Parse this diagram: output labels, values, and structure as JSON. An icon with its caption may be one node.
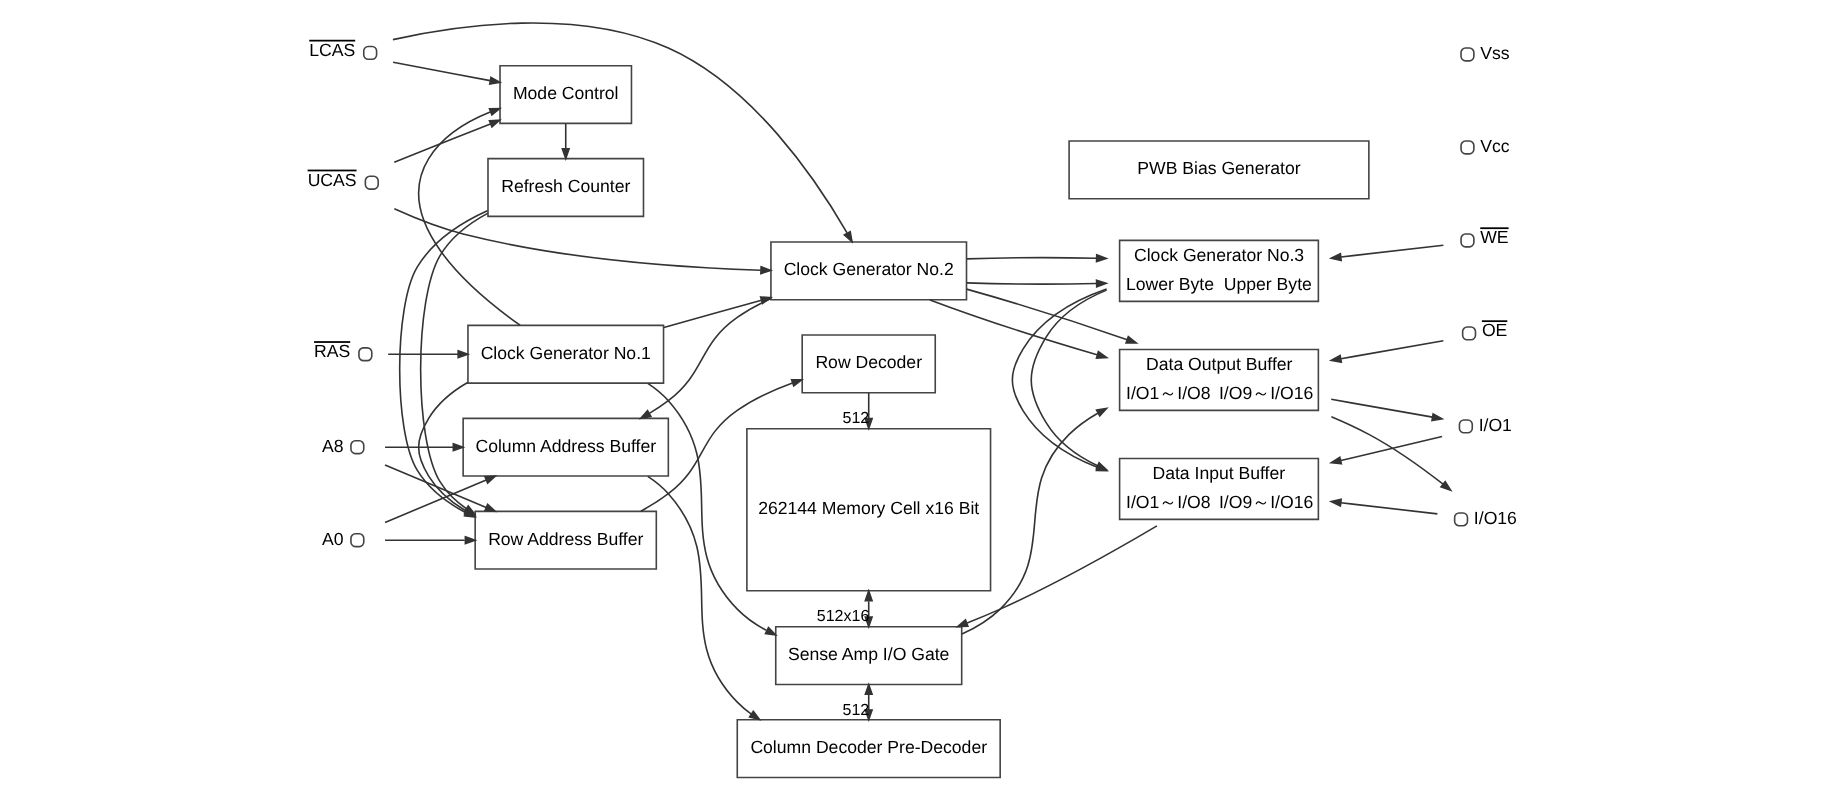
{
  "diagram": {
    "nodes": [
      {
        "text": [
          "RAS"
        ]
      },
      {
        "text": [
          "UCAS"
        ]
      },
      {
        "text": [
          "LCAS"
        ]
      },
      {
        "text": [
          "Clock Generator No.1"
        ]
      },
      {
        "text": [
          "Clock Generator No.2"
        ]
      },
      {
        "text": [
          "Mode Control"
        ]
      },
      {
        "text": [
          "Refresh Counter"
        ]
      },
      {
        "text": [
          "Row Address Buffer"
        ]
      },
      {
        "text": [
          "Row Decoder"
        ]
      },
      {
        "text": [
          "262144 Memory Cell x16 Bit"
        ]
      },
      {
        "text": [
          "A0"
        ]
      },
      {
        "text": [
          "A8"
        ]
      },
      {
        "text": [
          "Column Address Buffer"
        ]
      },
      {
        "text": [
          "Sense Amp I/O Gate"
        ]
      },
      {
        "text": [
          "Column Decoder Pre-Decoder"
        ]
      },
      {
        "text": [
          "Clock Generator No.3",
          "Lower Byte",
          "Upper Byte"
        ]
      },
      {
        "text": [
          "Data Input Buffer",
          "I/O1～I/O8",
          "I/O9～I/O16"
        ]
      },
      {
        "text": [
          "Data Output Buffer",
          "I/O1～I/O8",
          "I/O9～I/O16"
        ]
      },
      {
        "text": [
          "PWB Bias Generator"
        ]
      },
      {
        "text": [
          "Vcc"
        ]
      },
      {
        "text": [
          "Vss"
        ]
      },
      {
        "text": [
          "WE"
        ]
      },
      {
        "text": [
          "I/O1"
        ]
      },
      {
        "text": [
          "I/O16"
        ]
      },
      {
        "text": [
          "OE"
        ]
      }
    ],
    "edges": [
      {
        "from": 0,
        "to": 3,
        "arrow": "to"
      },
      {
        "from": 3,
        "to": 4,
        "arrow": "to"
      },
      {
        "from": 1,
        "to": 4,
        "arrow": "to"
      },
      {
        "from": 2,
        "to": 4,
        "arrow": "to"
      },
      {
        "from": 3,
        "to": 5,
        "arrow": "to"
      },
      {
        "from": 1,
        "to": 5,
        "arrow": "to"
      },
      {
        "from": 2,
        "to": 5,
        "arrow": "to"
      },
      {
        "from": 5,
        "to": 6,
        "arrow": "to"
      },
      {
        "from": 6,
        "to": 7,
        "arrow": "to"
      },
      {
        "from": 6,
        "to": 7,
        "arrow": "to"
      },
      {
        "from": 3,
        "to": 7,
        "arrow": "to"
      },
      {
        "from": 3,
        "to": 13,
        "arrow": "to"
      },
      {
        "from": 4,
        "to": 12,
        "arrow": "to"
      },
      {
        "from": 7,
        "to": 8,
        "arrow": "to"
      },
      {
        "from": 8,
        "to": 9,
        "arrow": "to",
        "label": "512"
      },
      {
        "from": 10,
        "to": 7,
        "arrow": "to"
      },
      {
        "from": 10,
        "to": 12,
        "arrow": "to"
      },
      {
        "from": 11,
        "to": 7,
        "arrow": "to"
      },
      {
        "from": 11,
        "to": 12,
        "arrow": "to"
      },
      {
        "from": 12,
        "to": 14,
        "arrow": "to"
      },
      {
        "from": 9,
        "to": 13,
        "arrow": "both",
        "label": "512x16"
      },
      {
        "from": 13,
        "to": 14,
        "arrow": "both",
        "label": "512"
      },
      {
        "from": 4,
        "to": 15,
        "arrow": "to"
      },
      {
        "from": 4,
        "to": 15,
        "arrow": "to"
      },
      {
        "from": 4,
        "to": 17,
        "arrow": "to"
      },
      {
        "from": 4,
        "to": 17,
        "arrow": "to"
      },
      {
        "from": 21,
        "to": 15,
        "arrow": "to"
      },
      {
        "from": 15,
        "to": 16,
        "arrow": "to"
      },
      {
        "from": 15,
        "to": 16,
        "arrow": "to"
      },
      {
        "from": 16,
        "to": 13,
        "arrow": "to"
      },
      {
        "from": 13,
        "to": 17,
        "arrow": "to"
      },
      {
        "from": 22,
        "to": 16,
        "arrow": "to"
      },
      {
        "from": 23,
        "to": 16,
        "arrow": "to"
      },
      {
        "from": 17,
        "to": 22,
        "arrow": "to"
      },
      {
        "from": 17,
        "to": 23,
        "arrow": "to"
      },
      {
        "from": 24,
        "to": 17,
        "arrow": "to"
      }
    ]
  }
}
